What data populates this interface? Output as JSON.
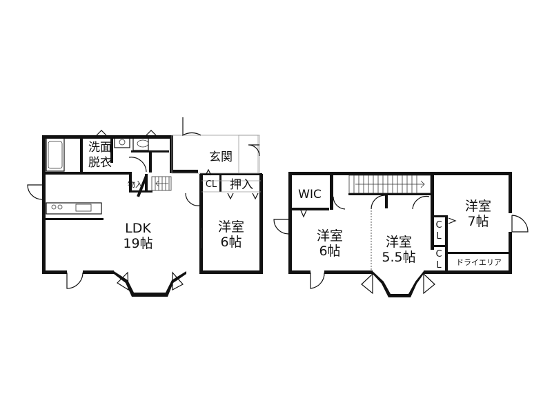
{
  "floor1": {
    "ldk": {
      "name": "LDK",
      "size": "19帖"
    },
    "western_room": {
      "name": "洋室",
      "size": "6帖"
    },
    "entrance": "玄関",
    "washroom": {
      "line1": "洗面",
      "line2": "脱衣"
    },
    "storage": "物入",
    "closet": "CL",
    "oshiire": "押入"
  },
  "floor2": {
    "wic": "WIC",
    "room_a": {
      "name": "洋室",
      "size": "6帖"
    },
    "room_b": {
      "name": "洋室",
      "size": "5.5帖"
    },
    "room_c": {
      "name": "洋室",
      "size": "7帖"
    },
    "closet1": {
      "c": "C",
      "l": "L"
    },
    "closet2": {
      "c": "C",
      "l": "L"
    },
    "dry_area": "ドライエリア"
  }
}
